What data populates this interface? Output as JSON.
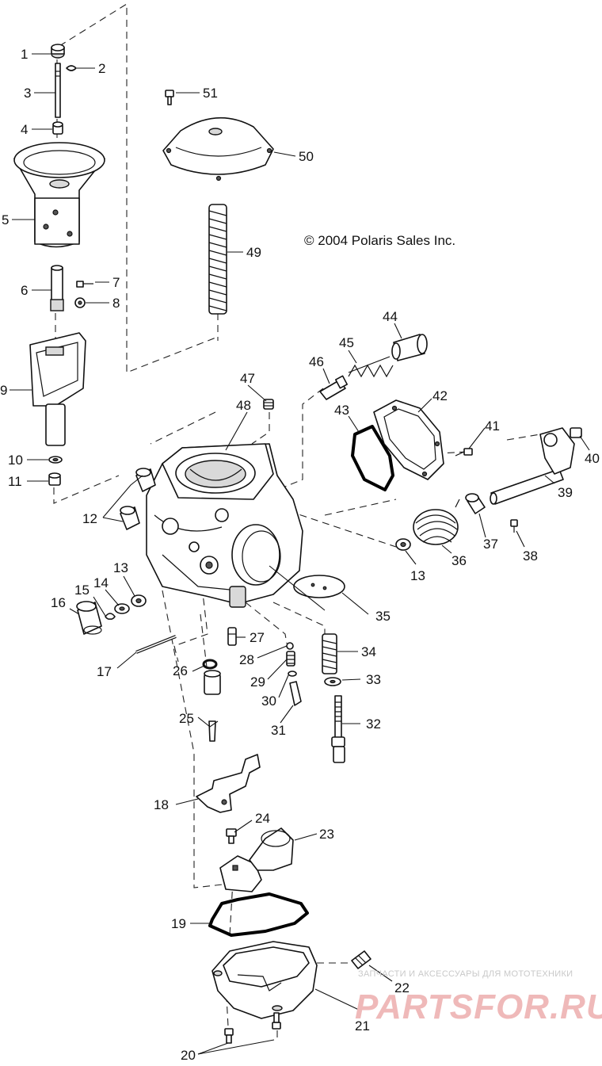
{
  "copyright": "© 2004 Polaris Sales Inc.",
  "watermark": {
    "line1": "ЗАПЧАСТИ И АКСЕССУАРЫ ДЛЯ МОТОТЕХНИКИ",
    "logo_text": "PARTSFOR.RU"
  },
  "callouts": [
    {
      "id": "c1",
      "text": "1"
    },
    {
      "id": "c2",
      "text": "2"
    },
    {
      "id": "c3",
      "text": "3"
    },
    {
      "id": "c4",
      "text": "4"
    },
    {
      "id": "c5",
      "text": "5"
    },
    {
      "id": "c6",
      "text": "6"
    },
    {
      "id": "c7",
      "text": "7"
    },
    {
      "id": "c8",
      "text": "8"
    },
    {
      "id": "c9",
      "text": "9"
    },
    {
      "id": "c10",
      "text": "10"
    },
    {
      "id": "c11",
      "text": "11"
    },
    {
      "id": "c12",
      "text": "12"
    },
    {
      "id": "c13a",
      "text": "13"
    },
    {
      "id": "c13b",
      "text": "13"
    },
    {
      "id": "c14",
      "text": "14"
    },
    {
      "id": "c15",
      "text": "15"
    },
    {
      "id": "c16",
      "text": "16"
    },
    {
      "id": "c17",
      "text": "17"
    },
    {
      "id": "c18",
      "text": "18"
    },
    {
      "id": "c19",
      "text": "19"
    },
    {
      "id": "c20",
      "text": "20"
    },
    {
      "id": "c21",
      "text": "21"
    },
    {
      "id": "c22",
      "text": "22"
    },
    {
      "id": "c23",
      "text": "23"
    },
    {
      "id": "c24",
      "text": "24"
    },
    {
      "id": "c25",
      "text": "25"
    },
    {
      "id": "c26",
      "text": "26"
    },
    {
      "id": "c27",
      "text": "27"
    },
    {
      "id": "c28",
      "text": "28"
    },
    {
      "id": "c29",
      "text": "29"
    },
    {
      "id": "c30",
      "text": "30"
    },
    {
      "id": "c31",
      "text": "31"
    },
    {
      "id": "c32",
      "text": "32"
    },
    {
      "id": "c33",
      "text": "33"
    },
    {
      "id": "c34",
      "text": "34"
    },
    {
      "id": "c35",
      "text": "35"
    },
    {
      "id": "c36",
      "text": "36"
    },
    {
      "id": "c37",
      "text": "37"
    },
    {
      "id": "c38",
      "text": "38"
    },
    {
      "id": "c39",
      "text": "39"
    },
    {
      "id": "c40",
      "text": "40"
    },
    {
      "id": "c41",
      "text": "41"
    },
    {
      "id": "c42",
      "text": "42"
    },
    {
      "id": "c43",
      "text": "43"
    },
    {
      "id": "c44",
      "text": "44"
    },
    {
      "id": "c45",
      "text": "45"
    },
    {
      "id": "c46",
      "text": "46"
    },
    {
      "id": "c47",
      "text": "47"
    },
    {
      "id": "c48",
      "text": "48"
    },
    {
      "id": "c49",
      "text": "49"
    },
    {
      "id": "c50",
      "text": "50"
    },
    {
      "id": "c51",
      "text": "51"
    }
  ]
}
